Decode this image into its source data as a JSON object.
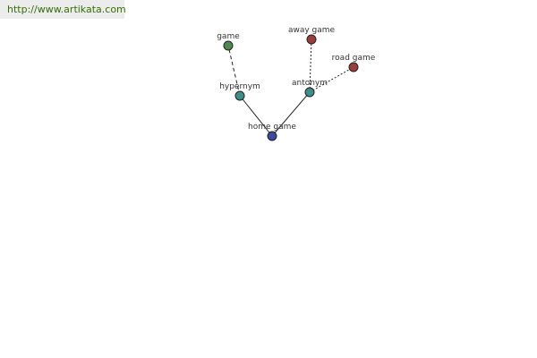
{
  "header": {
    "url": "http://www.artikata.com"
  },
  "graph": {
    "nodes": [
      {
        "id": "home_game",
        "label": "home game",
        "color": "#3a4c99"
      },
      {
        "id": "hypernym",
        "label": "hypernym",
        "color": "#3f8c88"
      },
      {
        "id": "antonym",
        "label": "antonym",
        "color": "#3f8c88"
      },
      {
        "id": "game",
        "label": "game",
        "color": "#4d8a4d"
      },
      {
        "id": "away_game",
        "label": "away game",
        "color": "#9a3d3d"
      },
      {
        "id": "road_game",
        "label": "road game",
        "color": "#9a3d3d"
      }
    ],
    "edges": [
      {
        "from": "home_game",
        "to": "hypernym",
        "style": "solid"
      },
      {
        "from": "home_game",
        "to": "antonym",
        "style": "solid"
      },
      {
        "from": "hypernym",
        "to": "game",
        "style": "dashed"
      },
      {
        "from": "antonym",
        "to": "away_game",
        "style": "dotted"
      },
      {
        "from": "antonym",
        "to": "road_game",
        "style": "dotted"
      }
    ]
  }
}
